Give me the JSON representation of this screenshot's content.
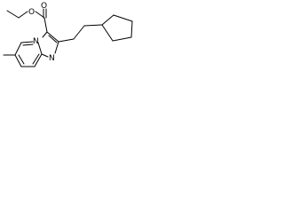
{
  "molecule": {
    "atom_labels": {
      "ester_oxygen": "O",
      "carbonyl_oxygen": "O",
      "ring_nitrogen_top": "N",
      "ring_nitrogen_bottom": "N"
    },
    "colors": {
      "bonds": "#000000",
      "labels": "#000000",
      "background": "#ffffff"
    }
  }
}
